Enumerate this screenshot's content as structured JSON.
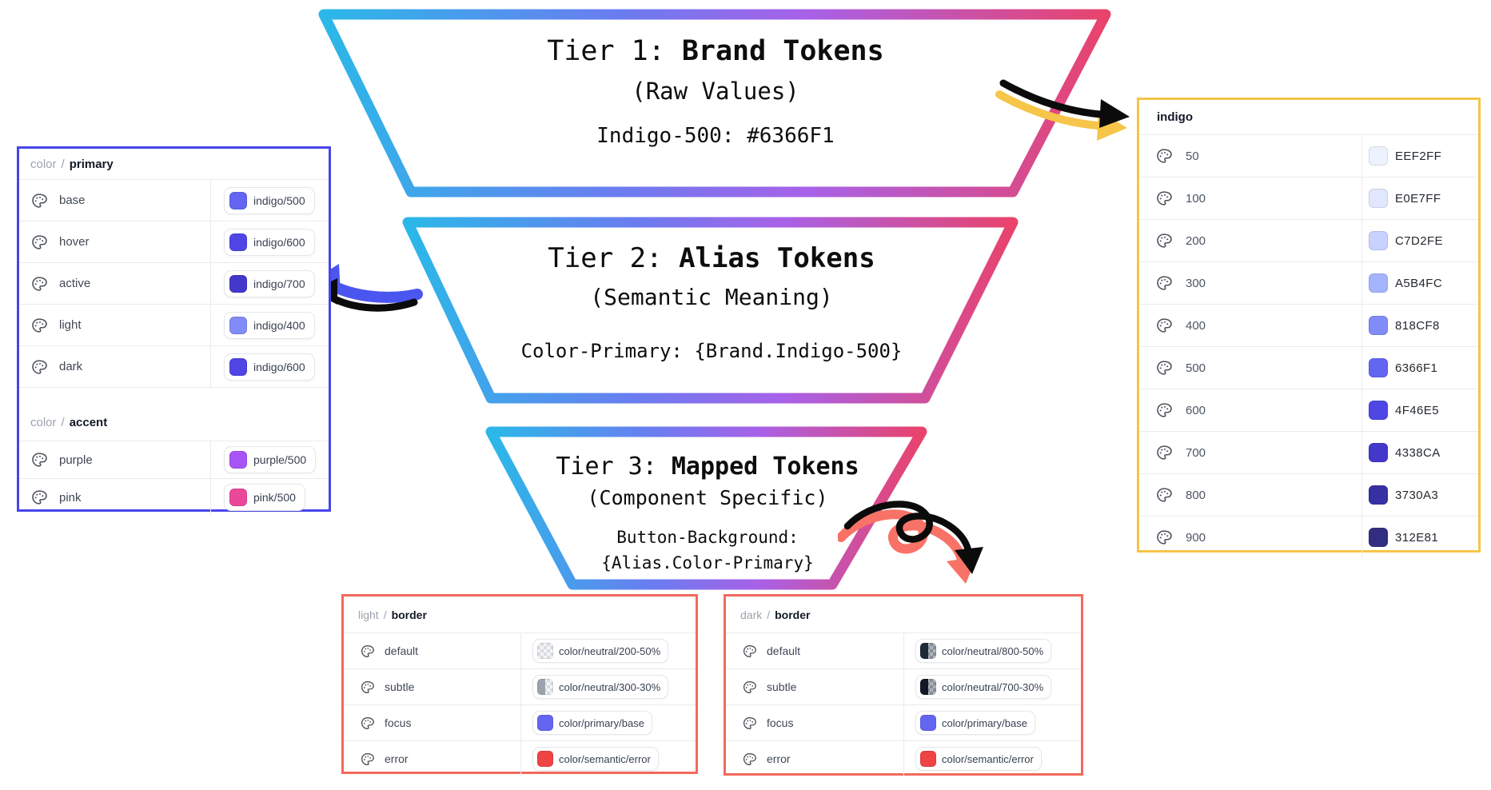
{
  "funnel": {
    "tiers": [
      {
        "prefix": "Tier 1: ",
        "name": "Brand Tokens",
        "subtitle": "(Raw Values)",
        "example": "Indigo-500: #6366F1"
      },
      {
        "prefix": "Tier 2: ",
        "name": "Alias Tokens",
        "subtitle": "(Semantic Meaning)",
        "example": "Color-Primary: {Brand.Indigo-500}"
      },
      {
        "prefix": "Tier 3: ",
        "name": "Mapped Tokens",
        "subtitle": "(Component Specific)",
        "example_line1": "Button-Background:",
        "example_line2": "{Alias.Color-Primary}"
      }
    ],
    "gradient": [
      "#2BB8E8",
      "#6B7CF0",
      "#A861E8",
      "#E9436C"
    ]
  },
  "panels": {
    "separator": "/",
    "primary": {
      "border_color": "#4845E8",
      "sections": [
        {
          "group": "color",
          "name": "primary",
          "rows": [
            {
              "label": "base",
              "token": "indigo/500",
              "color": "#6366F1"
            },
            {
              "label": "hover",
              "token": "indigo/600",
              "color": "#4F46E5"
            },
            {
              "label": "active",
              "token": "indigo/700",
              "color": "#4338CA"
            },
            {
              "label": "light",
              "token": "indigo/400",
              "color": "#818CF8"
            },
            {
              "label": "dark",
              "token": "indigo/600",
              "color": "#4F46E5"
            }
          ]
        },
        {
          "group": "color",
          "name": "accent",
          "rows": [
            {
              "label": "purple",
              "token": "purple/500",
              "color": "#A855F7"
            },
            {
              "label": "pink",
              "token": "pink/500",
              "color": "#EC4899"
            }
          ]
        }
      ]
    },
    "indigo_scale": {
      "title": "indigo",
      "border_color": "#F6C549",
      "rows": [
        {
          "step": "50",
          "hex": "EEF2FF",
          "color": "#EEF2FF"
        },
        {
          "step": "100",
          "hex": "E0E7FF",
          "color": "#E0E7FF"
        },
        {
          "step": "200",
          "hex": "C7D2FE",
          "color": "#C7D2FE"
        },
        {
          "step": "300",
          "hex": "A5B4FC",
          "color": "#A5B4FC"
        },
        {
          "step": "400",
          "hex": "818CF8",
          "color": "#818CF8"
        },
        {
          "step": "500",
          "hex": "6366F1",
          "color": "#6366F1"
        },
        {
          "step": "600",
          "hex": "4F46E5",
          "color": "#4F46E5"
        },
        {
          "step": "700",
          "hex": "4338CA",
          "color": "#4338CA"
        },
        {
          "step": "800",
          "hex": "3730A3",
          "color": "#3730A3"
        },
        {
          "step": "900",
          "hex": "312E81",
          "color": "#312E81"
        }
      ]
    },
    "light_border": {
      "group": "light",
      "name": "border",
      "border_color": "#F2695C",
      "rows": [
        {
          "label": "default",
          "token": "color/neutral/200-50%",
          "swatch": "checker-light"
        },
        {
          "label": "subtle",
          "token": "color/neutral/300-30%",
          "swatch": "half-gray-checker"
        },
        {
          "label": "focus",
          "token": "color/primary/base",
          "swatch": "solid",
          "color": "#6366F1"
        },
        {
          "label": "error",
          "token": "color/semantic/error",
          "swatch": "solid",
          "color": "#EF4444"
        }
      ]
    },
    "dark_border": {
      "group": "dark",
      "name": "border",
      "border_color": "#F2695C",
      "rows": [
        {
          "label": "default",
          "token": "color/neutral/800-50%",
          "swatch": "half-dark-checker",
          "color": "#1F2937"
        },
        {
          "label": "subtle",
          "token": "color/neutral/700-30%",
          "swatch": "half-dark-checker",
          "color": "#111827"
        },
        {
          "label": "focus",
          "token": "color/primary/base",
          "swatch": "solid",
          "color": "#6366F1"
        },
        {
          "label": "error",
          "token": "color/semantic/error",
          "swatch": "solid",
          "color": "#EF4444"
        }
      ]
    }
  }
}
